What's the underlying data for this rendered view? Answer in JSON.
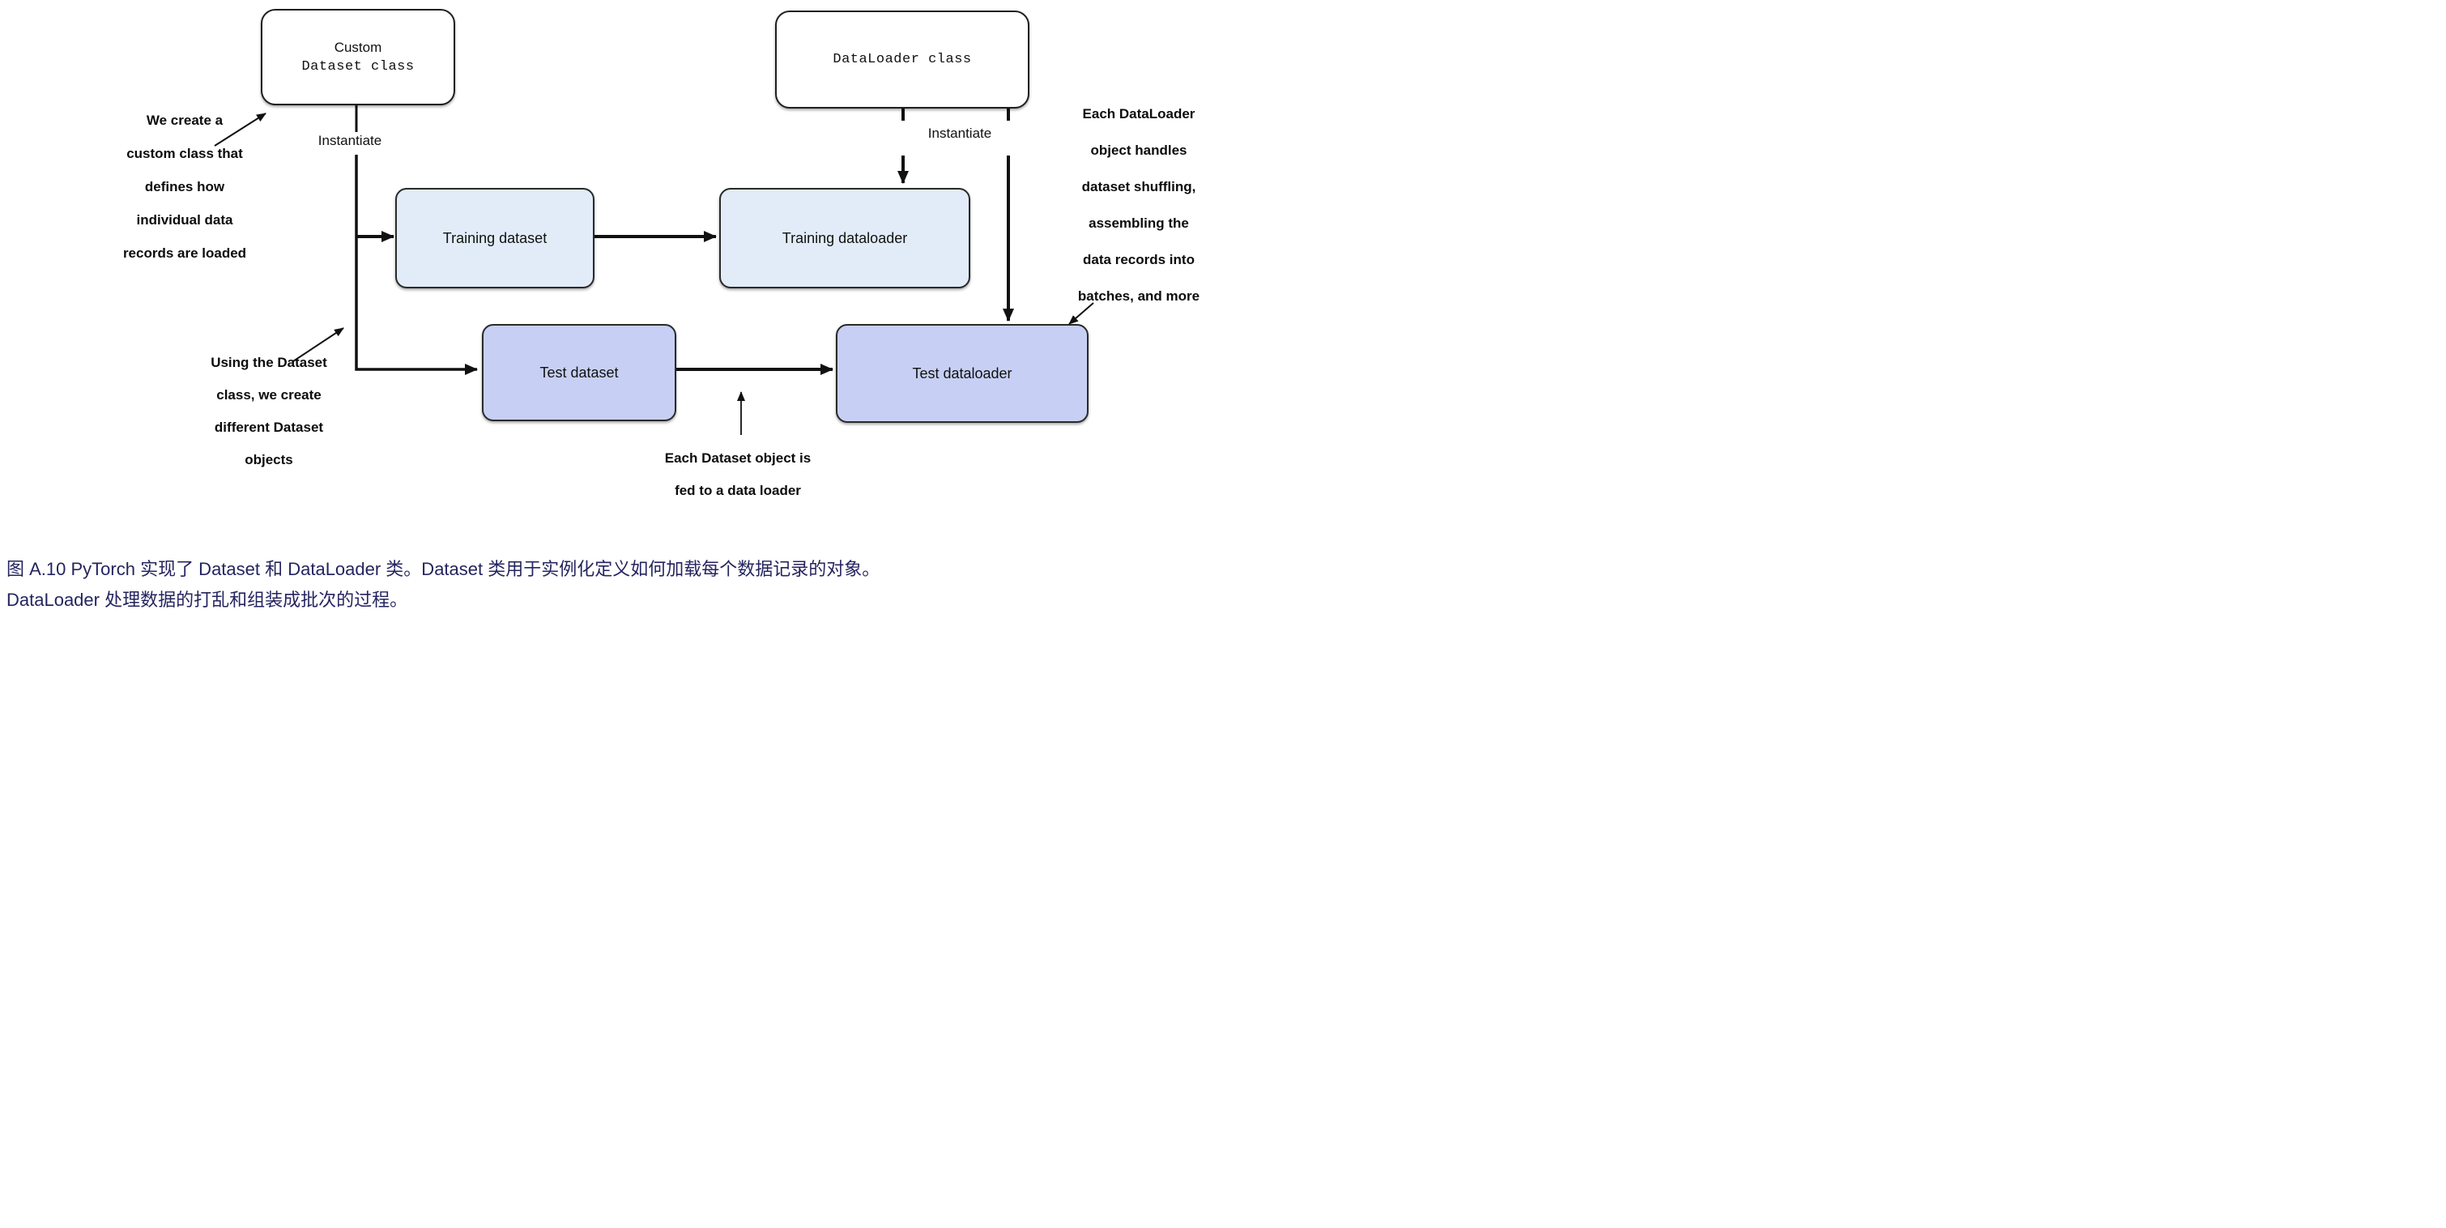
{
  "diagram": {
    "class_boxes": {
      "custom_dataset": {
        "line1": "Custom",
        "line2": "Dataset class"
      },
      "dataloader": {
        "label": "DataLoader class"
      }
    },
    "instantiate_left": "Instantiate",
    "instantiate_right": "Instantiate",
    "flow_boxes": {
      "training_dataset": "Training dataset",
      "training_dataloader": "Training dataloader",
      "test_dataset": "Test dataset",
      "test_dataloader": "Test dataloader"
    },
    "annotations": {
      "we_create": "We create a\ncustom class that\ndefines how\nindividual data\nrecords are loaded",
      "using_dataset": "Using the Dataset\nclass, we create\ndifferent Dataset\nobjects",
      "each_dataset": "Each Dataset object is\nfed to a data loader",
      "each_dataloader": "Each DataLoader\nobject handles\ndataset shuffling,\nassembling the\ndata records into\nbatches, and more"
    },
    "colors": {
      "training_fill": "#e1ecf8",
      "test_fill": "#c7d0f4",
      "line_color": "#111111",
      "caption_color": "#242460"
    }
  },
  "caption": {
    "line1": "图 A.10 PyTorch 实现了 Dataset 和 DataLoader 类。Dataset 类用于实例化定义如何加载每个数据记录的对象。",
    "line2": "DataLoader 处理数据的打乱和组装成批次的过程。"
  }
}
